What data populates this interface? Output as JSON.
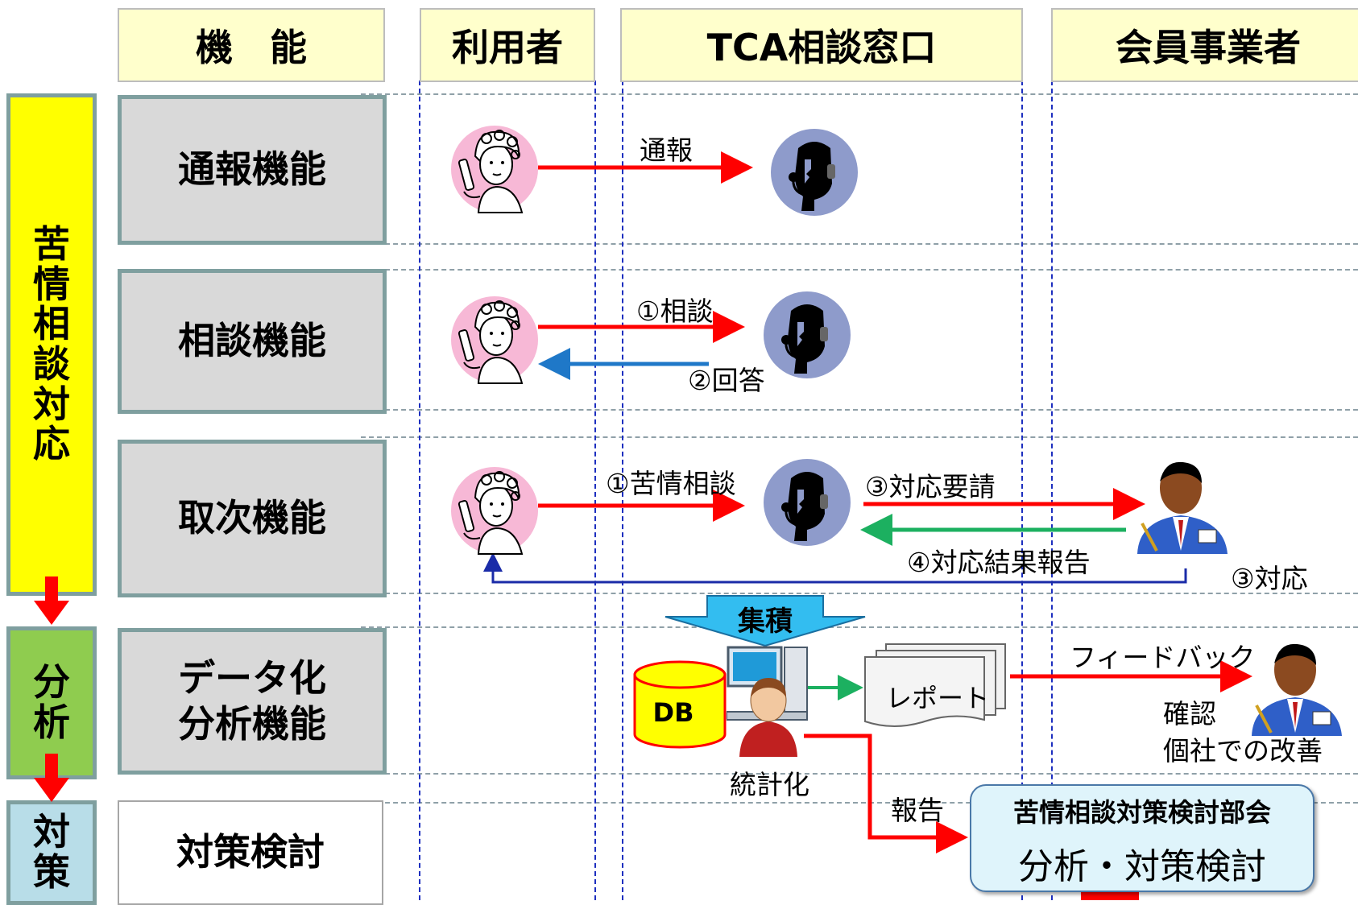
{
  "columns": {
    "function": "機　能",
    "user": "利用者",
    "tca": "TCA相談窓口",
    "member": "会員事業者"
  },
  "categories": {
    "complaint": [
      "苦",
      "情",
      "相",
      "談",
      "対",
      "応"
    ],
    "analysis": [
      "分",
      "析"
    ],
    "measures": [
      "対",
      "策"
    ]
  },
  "functions": {
    "report": "通報機能",
    "consult": "相談機能",
    "relay": "取次機能",
    "data_line1": "データ化",
    "data_line2": "分析機能",
    "study": "対策検討"
  },
  "labels": {
    "report_arrow": "通報",
    "consult_q": "①相談",
    "consult_a": "②回答",
    "relay_q": "①苦情相談",
    "relay_request": "③対応要請",
    "relay_result": "④対応結果報告",
    "relay_handle": "③対応",
    "accumulate": "集積",
    "db": "DB",
    "report_doc": "レポート",
    "statistics": "統計化",
    "feedback": "フィードバック",
    "confirm": "確認",
    "improve": "個社での改善",
    "report_to": "報告"
  },
  "committee": {
    "title": "苦情相談対策検討部会",
    "body": "分析・対策検討"
  },
  "colors": {
    "red": "#ff0000",
    "blue_arrow": "#1f78c8",
    "navy": "#1a2ba8",
    "green": "#1cb060",
    "header_bg": "#ffffcc",
    "yellow": "#ffff00",
    "green_cat": "#8fcc4f",
    "light_blue": "#b8dde8"
  },
  "icons": [
    "woman-phone-icon",
    "operator-headset-icon",
    "businessman-icon",
    "database-icon",
    "computer-user-icon",
    "report-documents-icon"
  ]
}
